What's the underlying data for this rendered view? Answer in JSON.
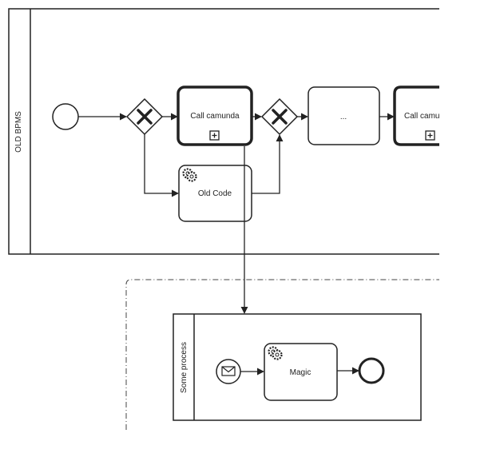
{
  "pools": {
    "main": {
      "label": "OLD BPMS"
    },
    "sub": {
      "label": "Some process"
    }
  },
  "tasks": {
    "call1": {
      "label": "Call camunda"
    },
    "old_code": {
      "label": "Old Code"
    },
    "ellipsis": {
      "label": "..."
    },
    "call2": {
      "label": "Call camu"
    },
    "magic": {
      "label": "Magic"
    }
  },
  "colors": {
    "stroke": "#222222",
    "fill": "#ffffff"
  }
}
